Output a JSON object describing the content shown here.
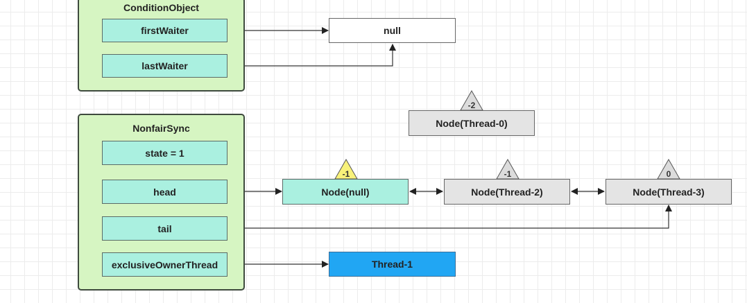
{
  "condition_object": {
    "title": "ConditionObject",
    "first_waiter": "firstWaiter",
    "last_waiter": "lastWaiter"
  },
  "null_box": "null",
  "nonfair_sync": {
    "title": "NonfairSync",
    "state": "state = 1",
    "head": "head",
    "tail": "tail",
    "exclusive_owner_thread": "exclusiveOwnerThread"
  },
  "nodes": {
    "thread0": {
      "label": "Node(Thread-0)",
      "wait_status": "-2"
    },
    "null_node": {
      "label": "Node(null)",
      "wait_status": "-1"
    },
    "thread2": {
      "label": "Node(Thread-2)",
      "wait_status": "-1"
    },
    "thread3": {
      "label": "Node(Thread-3)",
      "wait_status": "0"
    }
  },
  "thread1": "Thread-1",
  "colors": {
    "group_fill": "#d6f5c2",
    "field_fill": "#aaf0e0",
    "node_gray": "#e4e4e4",
    "thread_blue": "#21a6f3",
    "status_yellow": "#f8f27a",
    "status_gray": "#dcdcdc"
  }
}
